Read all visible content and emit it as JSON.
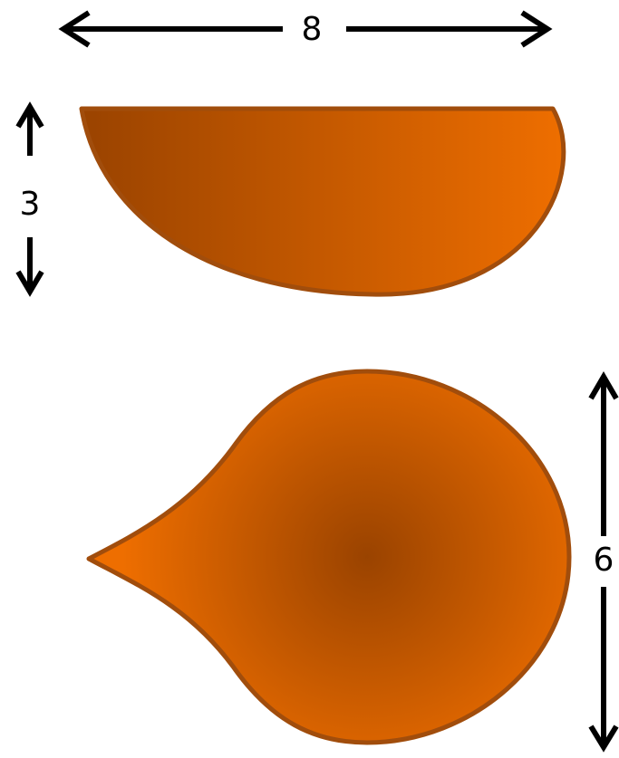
{
  "dimensions": {
    "width_label": "8",
    "height_label": "3",
    "depth_label": "6"
  },
  "colors": {
    "fill_light": "#ee6e00",
    "fill_dark": "#9a4300",
    "outline": "#a14d0c",
    "arrow": "#000000"
  }
}
